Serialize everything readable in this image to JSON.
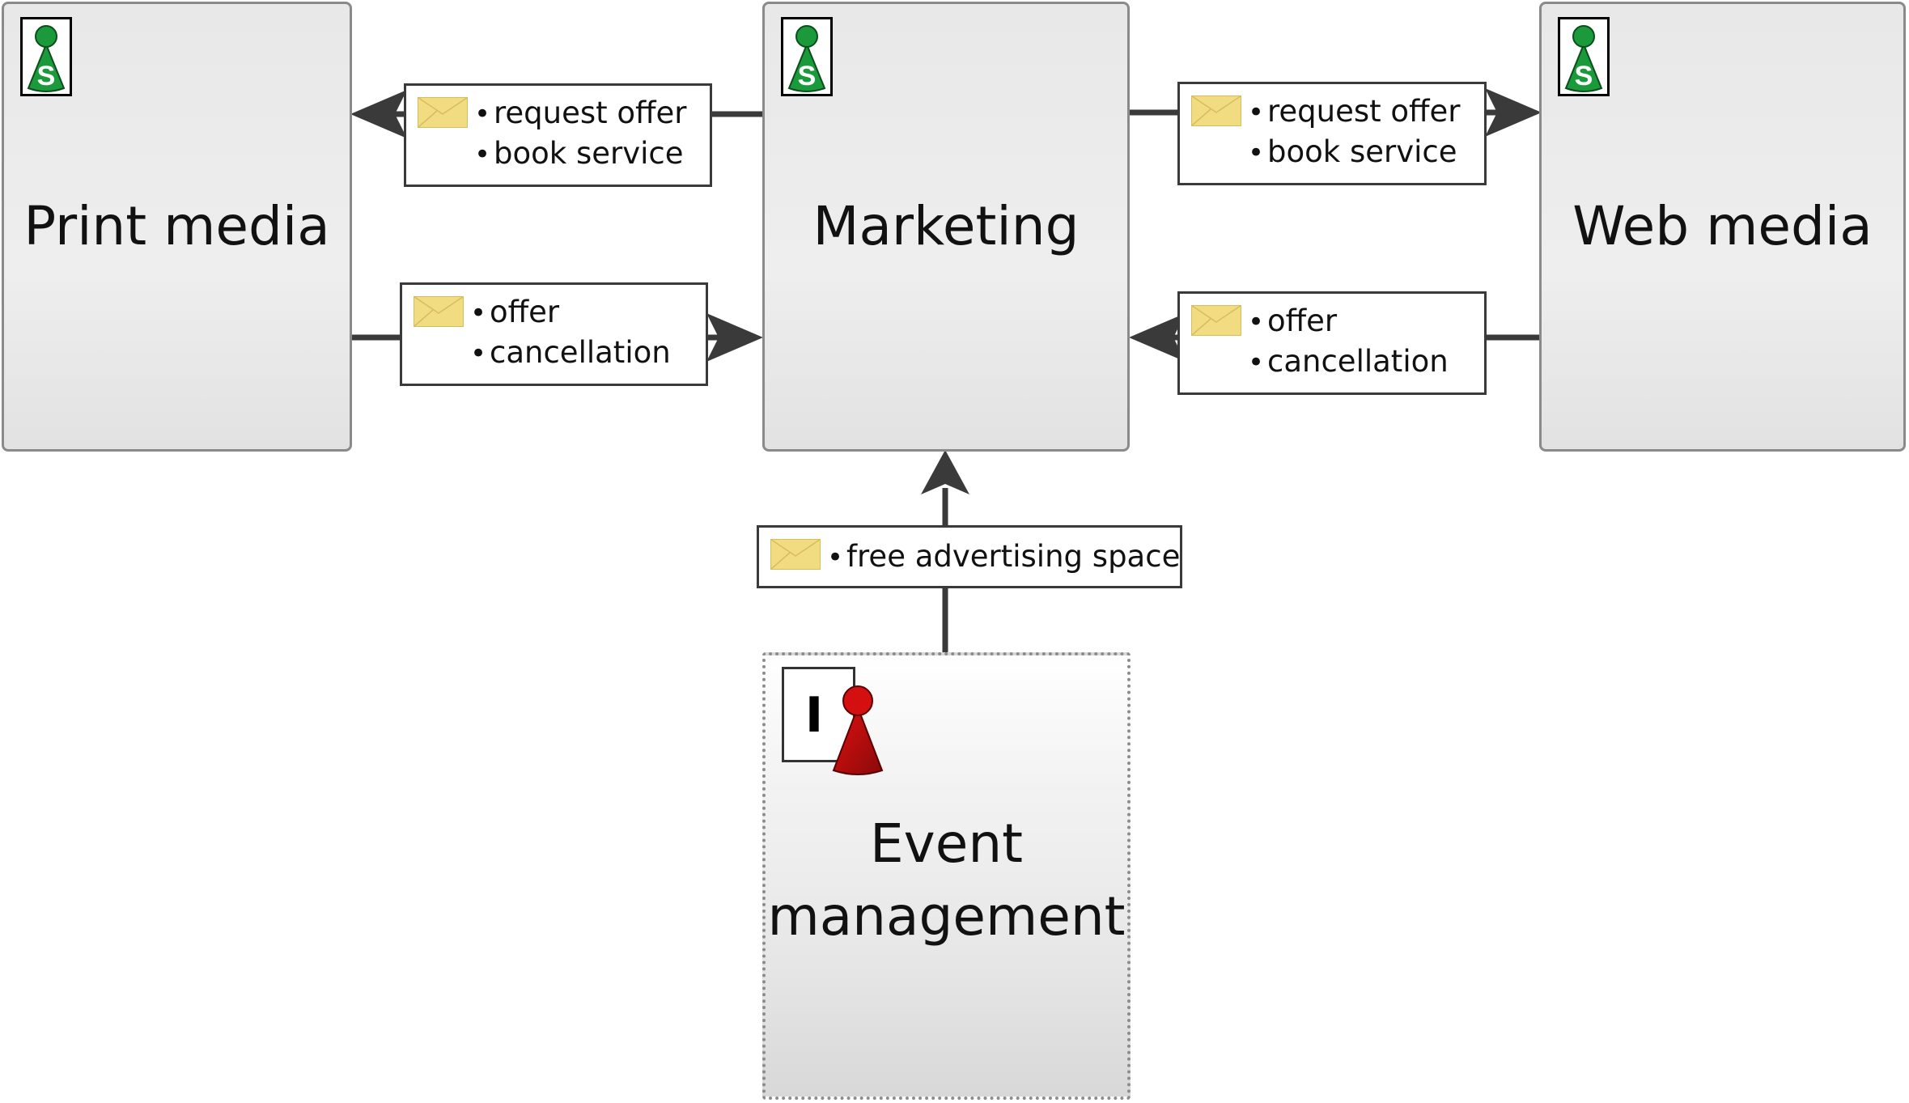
{
  "subjects": {
    "print_media": {
      "title": "Print media",
      "badge_letter": "S"
    },
    "marketing": {
      "title": "Marketing",
      "badge_letter": "S"
    },
    "web_media": {
      "title": "Web media",
      "badge_letter": "S"
    },
    "event_management": {
      "title_line1": "Event",
      "title_line2": "management",
      "badge_letter": "I"
    }
  },
  "messages": {
    "marketing_to_print": [
      "request offer",
      "book service"
    ],
    "print_to_marketing": [
      "offer",
      "cancellation"
    ],
    "marketing_to_web": [
      "request offer",
      "book service"
    ],
    "web_to_marketing": [
      "offer",
      "cancellation"
    ],
    "event_to_marketing": [
      "free advertising space"
    ]
  },
  "icons": {
    "subject_badge": "green-pawn-icon",
    "interface_badge": "red-pawn-icon",
    "message": "envelope-icon"
  },
  "colors": {
    "subject_pawn": "#1a9a3a",
    "interface_pawn": "#c40d0d",
    "envelope": "#f2dc82",
    "arrow": "#3a3a3a"
  }
}
